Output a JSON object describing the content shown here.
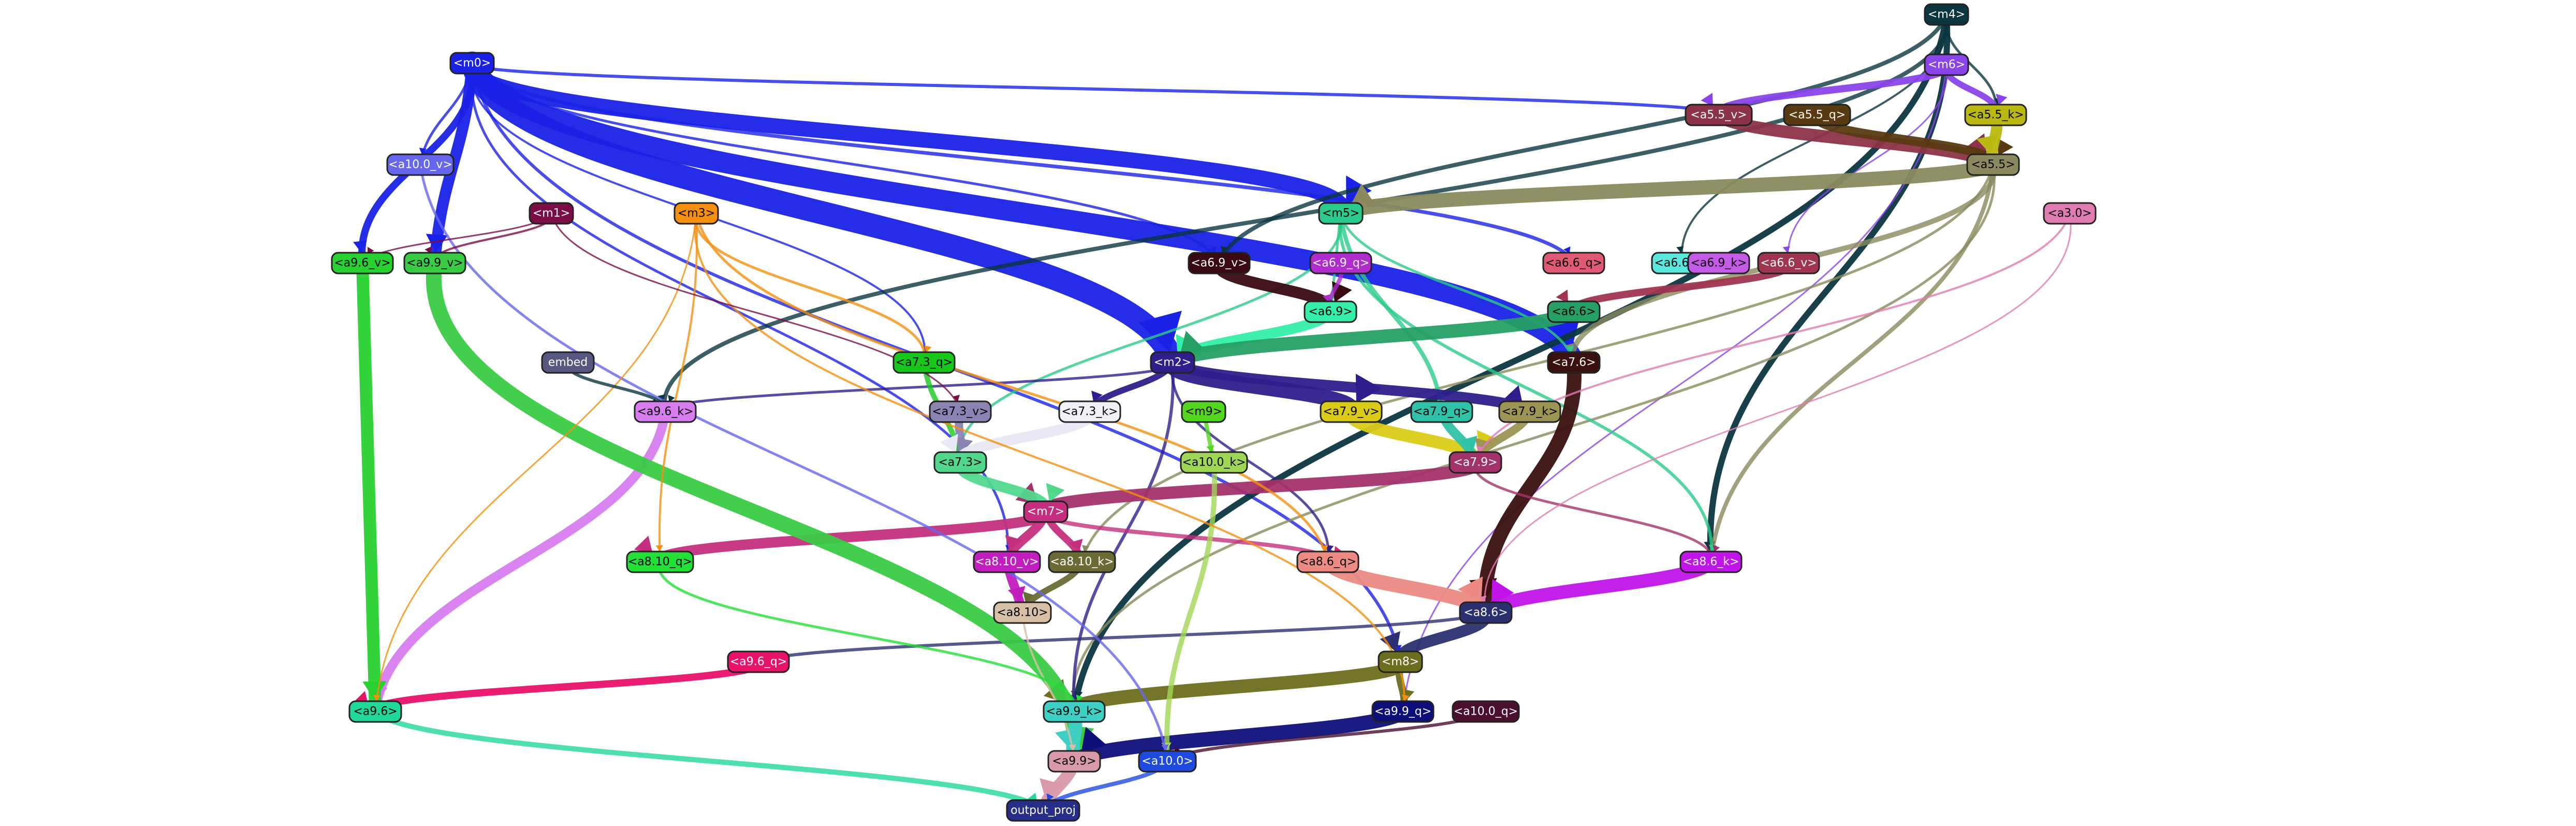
{
  "nodes": [
    {
      "id": "m4",
      "label": "<m4>",
      "color": "#0b3640",
      "text": "#ffffff"
    },
    {
      "id": "m0",
      "label": "<m0>",
      "color": "#1a22e6",
      "text": "#ffffff"
    },
    {
      "id": "m6",
      "label": "<m6>",
      "color": "#8a44ea",
      "text": "#ffffff"
    },
    {
      "id": "a5_5_v",
      "label": "<a5.5_v>",
      "color": "#8c3347",
      "text": "#ffffff"
    },
    {
      "id": "a5_5_q",
      "label": "<a5.5_q>",
      "color": "#5a3a13",
      "text": "#ffffff"
    },
    {
      "id": "a5_5_k",
      "label": "<a5.5_k>",
      "color": "#b9b911",
      "text": "#000000"
    },
    {
      "id": "a5_5",
      "label": "<a5.5>",
      "color": "#8a8a5e",
      "text": "#000000"
    },
    {
      "id": "a3_0",
      "label": "<a3.0>",
      "color": "#e07cb2",
      "text": "#000000"
    },
    {
      "id": "a10_0_v",
      "label": "<a10.0_v>",
      "color": "#6767ee",
      "text": "#ffffff"
    },
    {
      "id": "m1",
      "label": "<m1>",
      "color": "#7a0d46",
      "text": "#ffffff"
    },
    {
      "id": "m3",
      "label": "<m3>",
      "color": "#f58f0f",
      "text": "#000000"
    },
    {
      "id": "m5",
      "label": "<m5>",
      "color": "#2bcb8a",
      "text": "#000000"
    },
    {
      "id": "a6_9_q",
      "label": "<a6.9_q>",
      "color": "#b02ccc",
      "text": "#ffffff"
    },
    {
      "id": "a6_6_q",
      "label": "<a6.6_q>",
      "color": "#e05a75",
      "text": "#000000"
    },
    {
      "id": "a6_6_k",
      "label": "<a6.6_k>",
      "color": "#5ae8de",
      "text": "#000000"
    },
    {
      "id": "a6_9_k",
      "label": "<a6.9_k>",
      "color": "#c45ae6",
      "text": "#000000"
    },
    {
      "id": "a6_6_v",
      "label": "<a6.6_v>",
      "color": "#a03550",
      "text": "#ffffff"
    },
    {
      "id": "a9_6_v",
      "label": "<a9.6_v>",
      "color": "#28d130",
      "text": "#000000"
    },
    {
      "id": "a9_9_v",
      "label": "<a9.9_v>",
      "color": "#3acb45",
      "text": "#000000"
    },
    {
      "id": "a6_9_v",
      "label": "<a6.9_v>",
      "color": "#3a0a12",
      "text": "#ffffff"
    },
    {
      "id": "a6_9",
      "label": "<a6.9>",
      "color": "#35eea8",
      "text": "#000000"
    },
    {
      "id": "a6_6",
      "label": "<a6.6>",
      "color": "#26a065",
      "text": "#000000"
    },
    {
      "id": "a7_6",
      "label": "<a7.6>",
      "color": "#3a1010",
      "text": "#ffffff"
    },
    {
      "id": "embed",
      "label": "embed",
      "color": "#575781",
      "text": "#ffffff"
    },
    {
      "id": "a7_3_q",
      "label": "<a7.3_q>",
      "color": "#17c81b",
      "text": "#000000"
    },
    {
      "id": "m2",
      "label": "<m2>",
      "color": "#2e1f8c",
      "text": "#ffffff"
    },
    {
      "id": "a9_6_k",
      "label": "<a9.6_k>",
      "color": "#d77df0",
      "text": "#000000"
    },
    {
      "id": "a7_3_v",
      "label": "<a7.3_v>",
      "color": "#8b84b3",
      "text": "#000000"
    },
    {
      "id": "a7_3_k",
      "label": "<a7.3_k>",
      "color": "#f0f0f6",
      "text": "#000000"
    },
    {
      "id": "m9",
      "label": "<m9>",
      "color": "#52d620",
      "text": "#000000"
    },
    {
      "id": "a7_9_v",
      "label": "<a7.9_v>",
      "color": "#dbcb18",
      "text": "#000000"
    },
    {
      "id": "a7_9_q",
      "label": "<a7.9_q>",
      "color": "#2fc2a8",
      "text": "#000000"
    },
    {
      "id": "a7_9_k",
      "label": "<a7.9_k>",
      "color": "#9c9554",
      "text": "#000000"
    },
    {
      "id": "a10_0_k",
      "label": "<a10.0_k>",
      "color": "#a0d656",
      "text": "#000000"
    },
    {
      "id": "a7_3",
      "label": "<a7.3>",
      "color": "#51d88d",
      "text": "#000000"
    },
    {
      "id": "a7_9",
      "label": "<a7.9>",
      "color": "#a2336a",
      "text": "#ffffff"
    },
    {
      "id": "m7",
      "label": "<m7>",
      "color": "#c4307e",
      "text": "#ffffff"
    },
    {
      "id": "a8_10_q",
      "label": "<a8.10_q>",
      "color": "#22e035",
      "text": "#000000"
    },
    {
      "id": "a8_10_v",
      "label": "<a8.10_v>",
      "color": "#c21ebf",
      "text": "#ffffff"
    },
    {
      "id": "a8_10_k",
      "label": "<a8.10_k>",
      "color": "#6b6b35",
      "text": "#ffffff"
    },
    {
      "id": "a8_6_q",
      "label": "<a8.6_q>",
      "color": "#ed8a84",
      "text": "#000000"
    },
    {
      "id": "a8_6_k",
      "label": "<a8.6_k>",
      "color": "#c114e8",
      "text": "#ffffff"
    },
    {
      "id": "a8_10",
      "label": "<a8.10>",
      "color": "#d8c0a6",
      "text": "#000000"
    },
    {
      "id": "a8_6",
      "label": "<a8.6>",
      "color": "#2c3070",
      "text": "#ffffff"
    },
    {
      "id": "a9_6_q",
      "label": "<a9.6_q>",
      "color": "#e8126a",
      "text": "#ffffff"
    },
    {
      "id": "m8",
      "label": "<m8>",
      "color": "#6e6e1f",
      "text": "#ffffff"
    },
    {
      "id": "a9_6",
      "label": "<a9.6>",
      "color": "#20d898",
      "text": "#000000"
    },
    {
      "id": "a9_9_k",
      "label": "<a9.9_k>",
      "color": "#3ed0c4",
      "text": "#000000"
    },
    {
      "id": "a9_9_q",
      "label": "<a9.9_q>",
      "color": "#0f0f7a",
      "text": "#ffffff"
    },
    {
      "id": "a10_0_q",
      "label": "<a10.0_q>",
      "color": "#4a0f2e",
      "text": "#ffffff"
    },
    {
      "id": "a9_9",
      "label": "<a9.9>",
      "color": "#d89aa8",
      "text": "#000000"
    },
    {
      "id": "a10_0",
      "label": "<a10.0>",
      "color": "#1f4ae0",
      "text": "#ffffff"
    },
    {
      "id": "output_proj",
      "label": "output_proj",
      "color": "#262e8a",
      "text": "#ffffff"
    }
  ],
  "edges": [
    {
      "from": "m0",
      "to": "a7_6",
      "color": "#1a22e6",
      "weight": 40
    },
    {
      "from": "m0",
      "to": "m5",
      "color": "#1a22e6",
      "weight": 30
    },
    {
      "from": "m0",
      "to": "m2",
      "color": "#1a22e6",
      "weight": 45
    },
    {
      "from": "m0",
      "to": "a9_9_v",
      "color": "#1a22e6",
      "weight": 22
    },
    {
      "from": "m0",
      "to": "a9_6_v",
      "color": "#1a22e6",
      "weight": 14
    },
    {
      "from": "m0",
      "to": "a10_0_v",
      "color": "#1a22e6",
      "weight": 5
    },
    {
      "from": "m0",
      "to": "a6_6_q",
      "color": "#1a22e6",
      "weight": 7
    },
    {
      "from": "m0",
      "to": "a5_5_v",
      "color": "#1a22e6",
      "weight": 6
    },
    {
      "from": "m0",
      "to": "a6_9_v",
      "color": "#1a22e6",
      "weight": 5
    },
    {
      "from": "m0",
      "to": "a8_10_v",
      "color": "#1a22e6",
      "weight": 5
    },
    {
      "from": "m0",
      "to": "m8",
      "color": "#1a22e6",
      "weight": 6
    },
    {
      "from": "m0",
      "to": "a7_3_q",
      "color": "#1a22e6",
      "weight": 4
    },
    {
      "from": "m4",
      "to": "a8_6_k",
      "color": "#0b3640",
      "weight": 12
    },
    {
      "from": "m4",
      "to": "a9_9_k",
      "color": "#0b3640",
      "weight": 12
    },
    {
      "from": "m4",
      "to": "a9_6_k",
      "color": "#0b3640",
      "weight": 8
    },
    {
      "from": "m4",
      "to": "a6_9_v",
      "color": "#0b3640",
      "weight": 8
    },
    {
      "from": "m4",
      "to": "a6_6_k",
      "color": "#0b3640",
      "weight": 4
    },
    {
      "from": "m4",
      "to": "a5_5_k",
      "color": "#0b3640",
      "weight": 5
    },
    {
      "from": "m6",
      "to": "a5_5_v",
      "color": "#8a44ea",
      "weight": 14
    },
    {
      "from": "m6",
      "to": "a5_5_k",
      "color": "#8a44ea",
      "weight": 12
    },
    {
      "from": "m6",
      "to": "a6_6_v",
      "color": "#8a44ea",
      "weight": 3
    },
    {
      "from": "m6",
      "to": "a9_9_q",
      "color": "#8a44ea",
      "weight": 3
    },
    {
      "from": "a5_5_v",
      "to": "a5_5",
      "color": "#8c3347",
      "weight": 24
    },
    {
      "from": "a5_5_q",
      "to": "a5_5",
      "color": "#5a3a13",
      "weight": 18
    },
    {
      "from": "a5_5_k",
      "to": "a5_5",
      "color": "#b9b911",
      "weight": 22
    },
    {
      "from": "a5_5",
      "to": "m5",
      "color": "#8a8a5e",
      "weight": 28
    },
    {
      "from": "a5_5",
      "to": "a7_6",
      "color": "#8a8a5e",
      "weight": 10
    },
    {
      "from": "a5_5",
      "to": "a8_6_k",
      "color": "#8a8a5e",
      "weight": 8
    },
    {
      "from": "a5_5",
      "to": "a9_9_k",
      "color": "#8a8a5e",
      "weight": 5
    },
    {
      "from": "a5_5",
      "to": "a8_10_k",
      "color": "#8a8a5e",
      "weight": 5
    },
    {
      "from": "m5",
      "to": "a7_9_q",
      "color": "#2bcb8a",
      "weight": 8
    },
    {
      "from": "m5",
      "to": "a8_6_k",
      "color": "#2bcb8a",
      "weight": 6
    },
    {
      "from": "m5",
      "to": "a7_3",
      "color": "#2bcb8a",
      "weight": 5
    },
    {
      "from": "m5",
      "to": "a6_9",
      "color": "#2bcb8a",
      "weight": 5
    },
    {
      "from": "m5",
      "to": "a7_6",
      "color": "#2bcb8a",
      "weight": 5
    },
    {
      "from": "a6_9_v",
      "to": "a6_9",
      "color": "#3a0a12",
      "weight": 22
    },
    {
      "from": "a6_9_q",
      "to": "a6_9",
      "color": "#b02ccc",
      "weight": 8
    },
    {
      "from": "a6_9",
      "to": "m2",
      "color": "#35eea8",
      "weight": 20
    },
    {
      "from": "a6_6_v",
      "to": "a6_6",
      "color": "#a03550",
      "weight": 14
    },
    {
      "from": "a6_6",
      "to": "m2",
      "color": "#26a065",
      "weight": 26
    },
    {
      "from": "a7_6",
      "to": "a8_6",
      "color": "#3a1010",
      "weight": 28
    },
    {
      "from": "m2",
      "to": "a7_9_v",
      "color": "#2e1f8c",
      "weight": 30
    },
    {
      "from": "m2",
      "to": "a7_9_k",
      "color": "#2e1f8c",
      "weight": 20
    },
    {
      "from": "m2",
      "to": "a7_3_k",
      "color": "#2e1f8c",
      "weight": 12
    },
    {
      "from": "m2",
      "to": "a9_9_k",
      "color": "#2e1f8c",
      "weight": 6
    },
    {
      "from": "m2",
      "to": "a8_6_q",
      "color": "#2e1f8c",
      "weight": 5
    },
    {
      "from": "m2",
      "to": "a9_6_k",
      "color": "#2e1f8c",
      "weight": 5
    },
    {
      "from": "a7_9_v",
      "to": "a7_9",
      "color": "#dbcb18",
      "weight": 24
    },
    {
      "from": "a7_9_q",
      "to": "a7_9",
      "color": "#2fc2a8",
      "weight": 18
    },
    {
      "from": "a7_9_k",
      "to": "a7_9",
      "color": "#9c9554",
      "weight": 16
    },
    {
      "from": "a7_9",
      "to": "m7",
      "color": "#a2336a",
      "weight": 24
    },
    {
      "from": "a7_9",
      "to": "a8_6_k",
      "color": "#a2336a",
      "weight": 5
    },
    {
      "from": "a7_3_q",
      "to": "a7_3",
      "color": "#17c81b",
      "weight": 10
    },
    {
      "from": "a7_3_v",
      "to": "a7_3",
      "color": "#8b84b3",
      "weight": 16
    },
    {
      "from": "a7_3_k",
      "to": "a7_3",
      "color": "#e8e8f6",
      "weight": 20
    },
    {
      "from": "a7_3",
      "to": "m7",
      "color": "#51d88d",
      "weight": 20
    },
    {
      "from": "m7",
      "to": "a8_10_q",
      "color": "#c4307e",
      "weight": 20
    },
    {
      "from": "m7",
      "to": "a8_10_v",
      "color": "#c4307e",
      "weight": 18
    },
    {
      "from": "m7",
      "to": "a8_10_k",
      "color": "#c4307e",
      "weight": 14
    },
    {
      "from": "m7",
      "to": "a8_6_q",
      "color": "#c4307e",
      "weight": 8
    },
    {
      "from": "a8_10_v",
      "to": "a8_10",
      "color": "#c21ebf",
      "weight": 18
    },
    {
      "from": "a8_10_k",
      "to": "a8_10",
      "color": "#6b6b35",
      "weight": 12
    },
    {
      "from": "a8_6_q",
      "to": "a8_6",
      "color": "#ed8a84",
      "weight": 28
    },
    {
      "from": "a8_6_k",
      "to": "a8_6",
      "color": "#c114e8",
      "weight": 26
    },
    {
      "from": "a8_6",
      "to": "m8",
      "color": "#2c3070",
      "weight": 22
    },
    {
      "from": "a8_6",
      "to": "a9_6_q",
      "color": "#2c3070",
      "weight": 6
    },
    {
      "from": "m8",
      "to": "a9_9_k",
      "color": "#6e6e1f",
      "weight": 26
    },
    {
      "from": "m8",
      "to": "a9_9_q",
      "color": "#6e6e1f",
      "weight": 14
    },
    {
      "from": "a9_6_q",
      "to": "a9_6",
      "color": "#e8126a",
      "weight": 14
    },
    {
      "from": "a9_6_k",
      "to": "a9_6",
      "color": "#d77df0",
      "weight": 18
    },
    {
      "from": "a9_6_v",
      "to": "a9_6",
      "color": "#28d130",
      "weight": 24
    },
    {
      "from": "a9_9_v",
      "to": "a9_9",
      "color": "#3acb45",
      "weight": 30
    },
    {
      "from": "a9_9_k",
      "to": "a9_9",
      "color": "#3ed0c4",
      "weight": 26
    },
    {
      "from": "a9_9_q",
      "to": "a9_9",
      "color": "#0f0f7a",
      "weight": 28
    },
    {
      "from": "a9_6",
      "to": "output_proj",
      "color": "#20d898",
      "weight": 10
    },
    {
      "from": "a9_9",
      "to": "output_proj",
      "color": "#d89aa8",
      "weight": 24
    },
    {
      "from": "a10_0_k",
      "to": "a10_0",
      "color": "#a0d656",
      "weight": 10
    },
    {
      "from": "a10_0_q",
      "to": "a10_0",
      "color": "#4a0f2e",
      "weight": 6
    },
    {
      "from": "a10_0_v",
      "to": "a10_0",
      "color": "#6767ee",
      "weight": 5
    },
    {
      "from": "a10_0",
      "to": "output_proj",
      "color": "#1f4ae0",
      "weight": 8
    },
    {
      "from": "m9",
      "to": "a10_0_k",
      "color": "#52d620",
      "weight": 8
    },
    {
      "from": "m3",
      "to": "a7_3_q",
      "color": "#f58f0f",
      "weight": 5
    },
    {
      "from": "m3",
      "to": "a8_6_q",
      "color": "#f58f0f",
      "weight": 5
    },
    {
      "from": "m3",
      "to": "a9_9_q",
      "color": "#f58f0f",
      "weight": 4
    },
    {
      "from": "m3",
      "to": "a8_10_q",
      "color": "#f58f0f",
      "weight": 4
    },
    {
      "from": "m3",
      "to": "a9_6",
      "color": "#f58f0f",
      "weight": 3
    },
    {
      "from": "m1",
      "to": "a9_9_v",
      "color": "#7a0d46",
      "weight": 4
    },
    {
      "from": "m1",
      "to": "a9_6_v",
      "color": "#7a0d46",
      "weight": 3
    },
    {
      "from": "m1",
      "to": "a7_3_v",
      "color": "#7a0d46",
      "weight": 3
    },
    {
      "from": "a3_0",
      "to": "a7_9",
      "color": "#e07cb2",
      "weight": 4
    },
    {
      "from": "a3_0",
      "to": "a8_6",
      "color": "#e07cb2",
      "weight": 3
    },
    {
      "from": "embed",
      "to": "a9_6_k",
      "color": "#0b3640",
      "weight": 6
    },
    {
      "from": "a8_10",
      "to": "a9_9",
      "color": "#d8c0a6",
      "weight": 4
    },
    {
      "from": "a8_10_q",
      "to": "a9_9_k",
      "color": "#22e035",
      "weight": 5
    }
  ]
}
